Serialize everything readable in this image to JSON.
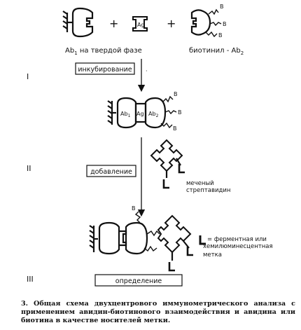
{
  "top": {
    "ab1_label": "Ab",
    "ab1_sub": "1",
    "ab1_rest": " на твердой фазе",
    "ag_label": "Ag",
    "ab2_label": "биотинил - Ab",
    "ab2_sub": "2",
    "plus": "+",
    "b": "B"
  },
  "steps": {
    "roman_1": "I",
    "roman_2": "II",
    "roman_3": "III",
    "step1": "инкубирование",
    "step2": "добавление",
    "step3": "определение"
  },
  "complex": {
    "ab1": "Ab",
    "ab1_sub": "1",
    "ag": "Ag",
    "ab2": "Ab",
    "ab2_sub": "2"
  },
  "streptavidin": {
    "line1": "меченый",
    "line2": "стрептавидин"
  },
  "legend": {
    "symbol": "L",
    "line1": "= ферментная или",
    "line2": "хемилюминесцентная",
    "line3": "метка"
  },
  "caption": "3. Общая схема двухцентрового иммунометрического анализа с применением авидин-биотинового взаимодействия и авидина или биотина в качестве носителей метки."
}
